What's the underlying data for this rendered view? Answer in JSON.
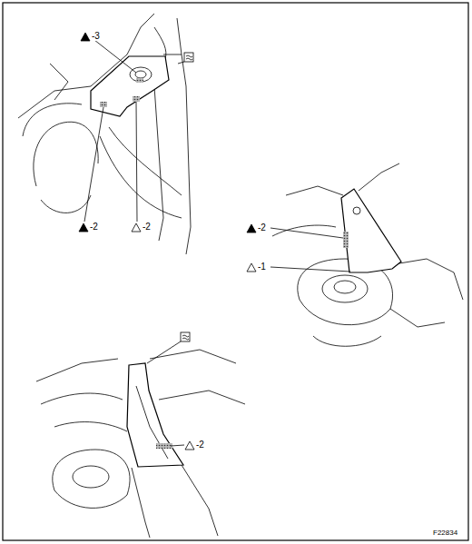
{
  "diagram": {
    "labels": [
      "-3",
      "-2",
      "-2",
      "-2",
      "-1",
      "-2",
      "F22834"
    ]
  }
}
